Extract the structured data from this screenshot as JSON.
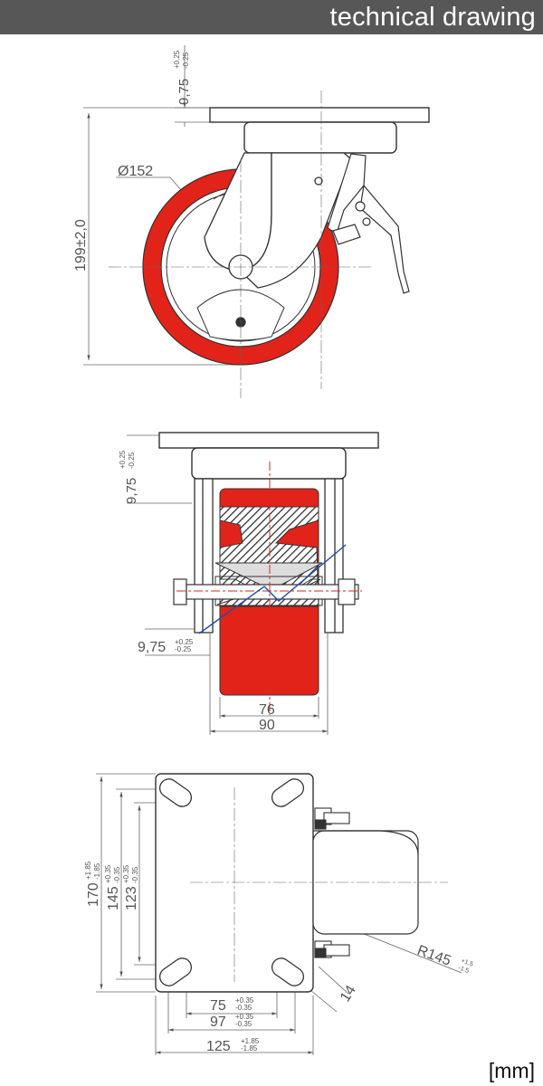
{
  "header": {
    "title": "technical drawing"
  },
  "unit_label": "[mm]",
  "colors": {
    "header_bg": "#575757",
    "wheel_red": "#e2231a",
    "hatch_dark": "#333333",
    "centerline": "#1f4ea8"
  },
  "side_view": {
    "plate_tolerance_main": "9,75",
    "plate_tolerance_plus": "+0.25",
    "plate_tolerance_minus": "-0.25",
    "height": "199±2,0",
    "diameter": "Ø152"
  },
  "front_view": {
    "plate_tolerance_main": "9,75",
    "plate_tolerance_plus": "+0.25",
    "plate_tolerance_minus": "-0.25",
    "axle_offset_main": "9,75",
    "axle_offset_plus": "+0.25",
    "axle_offset_minus": "-0.25",
    "wheel_width": "76",
    "overall_width": "90"
  },
  "top_view": {
    "plate_length_main": "170",
    "plate_length_plus": "+1.85",
    "plate_length_minus": "-1.85",
    "hole_spacing_outer_main": "145",
    "hole_spacing_outer_plus": "+0.35",
    "hole_spacing_outer_minus": "-0.35",
    "hole_spacing_inner_main": "123",
    "hole_spacing_inner_plus": "+0.35",
    "hole_spacing_inner_minus": "-0.35",
    "hole_width_inner_main": "75",
    "hole_width_inner_plus": "+0.35",
    "hole_width_inner_minus": "-0.35",
    "hole_width_outer_main": "97",
    "hole_width_outer_plus": "+0.35",
    "hole_width_outer_minus": "-0.35",
    "plate_width_main": "125",
    "plate_width_plus": "+1.85",
    "plate_width_minus": "-1.85",
    "slot_width": "14",
    "swivel_radius_main": "R145",
    "swivel_radius_plus": "+1.5",
    "swivel_radius_minus": "-1.5"
  }
}
